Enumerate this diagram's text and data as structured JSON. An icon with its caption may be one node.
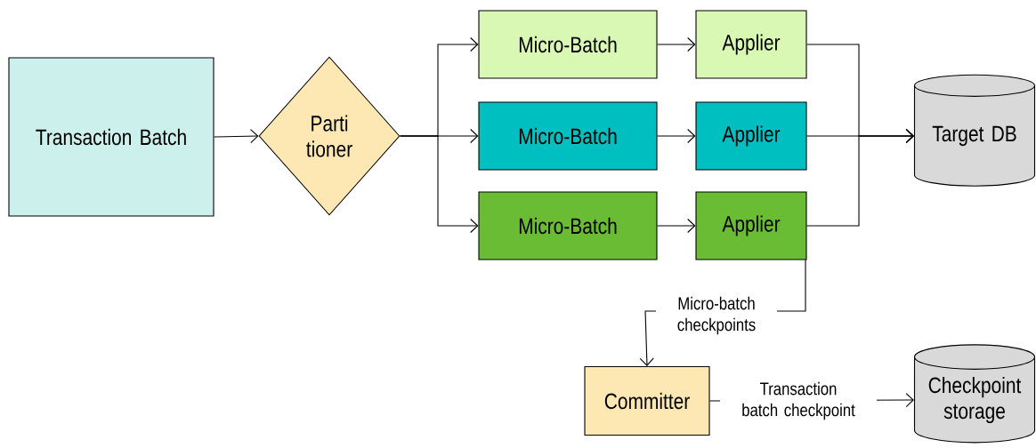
{
  "diagram": {
    "nodes": [
      {
        "text": [
          "Transaction Batch"
        ]
      },
      {
        "text": [
          "Parti tioner"
        ]
      },
      {
        "text": [
          "Micro-Batch"
        ]
      },
      {
        "text": [
          "Applier"
        ]
      },
      {
        "text": [
          "Micro-Batch"
        ]
      },
      {
        "text": [
          "Applier"
        ]
      },
      {
        "text": [
          "Micro-Batch"
        ]
      },
      {
        "text": [
          "Applier"
        ]
      },
      {
        "text": [
          "Target DB"
        ]
      },
      {
        "text": [
          "Committer"
        ]
      },
      {
        "text": [
          "Checkpoint storage"
        ]
      }
    ],
    "edges": [
      {
        "from": 0,
        "to": 1,
        "arrow": "to"
      },
      {
        "from": 1,
        "to": 2,
        "arrow": "to"
      },
      {
        "from": 1,
        "to": 4,
        "arrow": "to"
      },
      {
        "from": 1,
        "to": 6,
        "arrow": "to"
      },
      {
        "from": 2,
        "to": 3,
        "arrow": "to"
      },
      {
        "from": 4,
        "to": 5,
        "arrow": "to"
      },
      {
        "from": 6,
        "to": 7,
        "arrow": "to"
      },
      {
        "from": 3,
        "to": 8,
        "arrow": "to"
      },
      {
        "from": 5,
        "to": 8,
        "arrow": "to"
      },
      {
        "from": 7,
        "to": 8,
        "arrow": "to"
      },
      {
        "from": 7,
        "to": 9,
        "arrow": "to",
        "label": "Micro-batch checkpoints"
      },
      {
        "from": 9,
        "to": 10,
        "arrow": "to",
        "label": "Transaction batch checkpoint"
      }
    ]
  }
}
